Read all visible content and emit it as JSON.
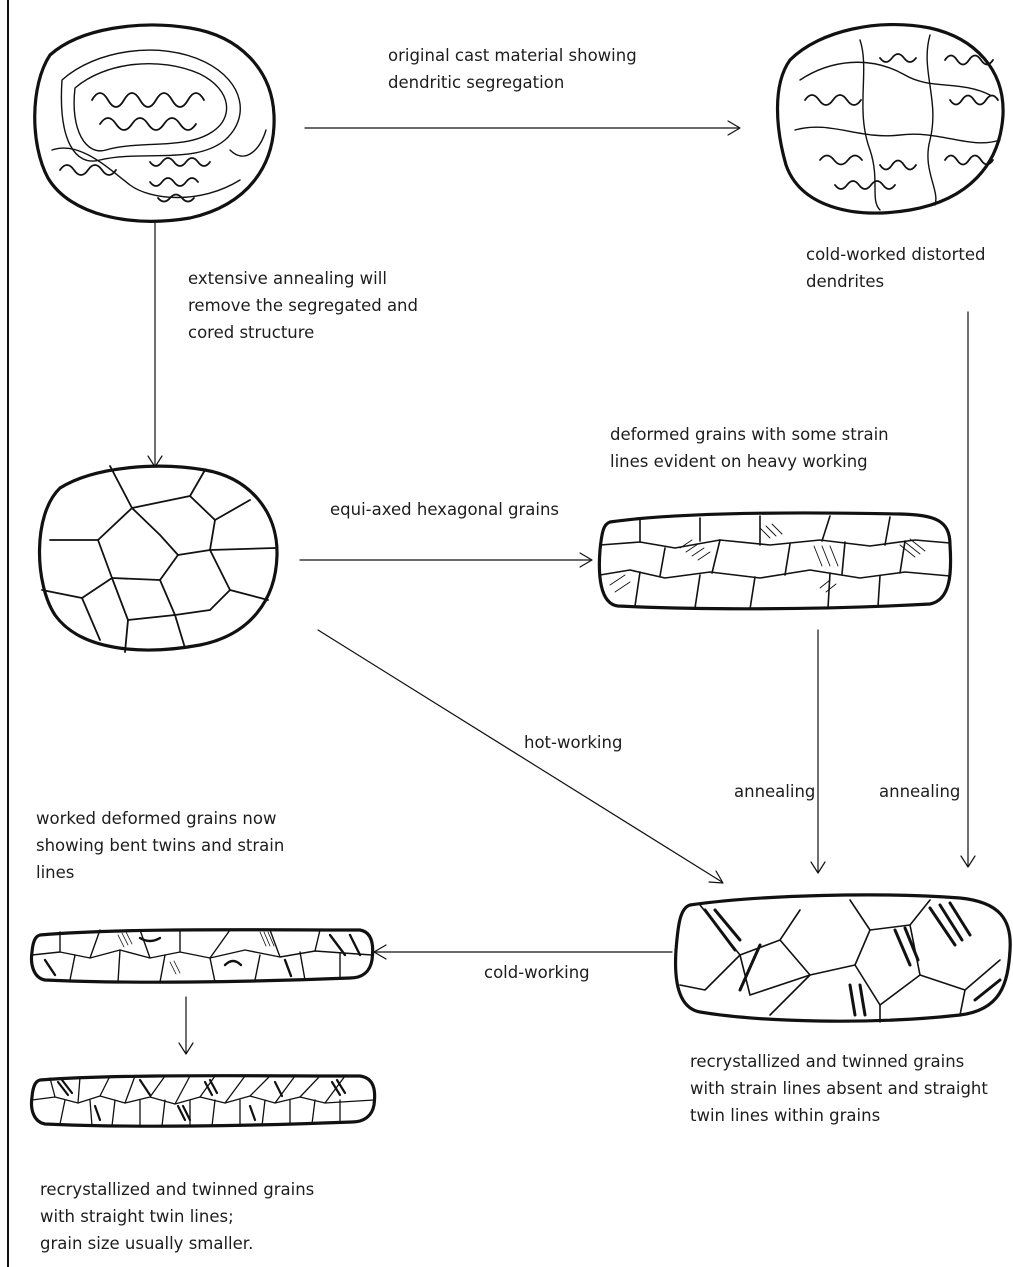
{
  "labels": {
    "cast_caption": [
      "original cast material showing",
      "dendritic segregation"
    ],
    "annealing_caption": [
      "extensive annealing will",
      "remove the segregated and",
      "cored structure"
    ],
    "coldworked_caption": [
      "cold-worked distorted",
      "dendrites"
    ],
    "hexagonal_caption": "equi-axed hexagonal grains",
    "deformed_caption": [
      "deformed grains with some strain",
      "lines evident on heavy working"
    ],
    "hotworking_caption": "hot-working",
    "annealing_a": "annealing",
    "annealing_b": "annealing",
    "worked_caption": [
      "worked deformed grains now",
      "showing bent twins and strain",
      "lines"
    ],
    "coldworking_caption": "cold-working",
    "recryst_caption": [
      "recrystallized and twinned grains",
      "with strain lines absent and straight",
      "twin lines within grains"
    ],
    "final_caption": [
      "recrystallized and twinned grains",
      "with straight twin lines;",
      "grain size usually smaller."
    ]
  },
  "figures": [
    {
      "id": "cast",
      "name": "cast-dendritic-structure"
    },
    {
      "id": "coldworked",
      "name": "cold-worked-dendrites"
    },
    {
      "id": "hexagonal",
      "name": "equiaxed-hexagonal-grains"
    },
    {
      "id": "deformed",
      "name": "deformed-grains-strain-lines"
    },
    {
      "id": "recryst",
      "name": "recrystallized-twinned-grains"
    },
    {
      "id": "worked",
      "name": "worked-deformed-grains"
    },
    {
      "id": "final",
      "name": "recrystallized-smaller-grains"
    }
  ],
  "edges": [
    {
      "from": "cast",
      "to": "coldworked",
      "label": "original cast material showing dendritic segregation"
    },
    {
      "from": "cast",
      "to": "hexagonal",
      "label": "extensive annealing will remove the segregated and cored structure"
    },
    {
      "from": "coldworked",
      "to": "recryst",
      "label": "annealing"
    },
    {
      "from": "hexagonal",
      "to": "deformed",
      "label": "equi-axed hexagonal grains"
    },
    {
      "from": "hexagonal",
      "to": "recryst",
      "label": "hot-working"
    },
    {
      "from": "deformed",
      "to": "recryst",
      "label": "annealing"
    },
    {
      "from": "recryst",
      "to": "worked",
      "label": "cold-working"
    },
    {
      "from": "worked",
      "to": "final",
      "label": ""
    }
  ]
}
